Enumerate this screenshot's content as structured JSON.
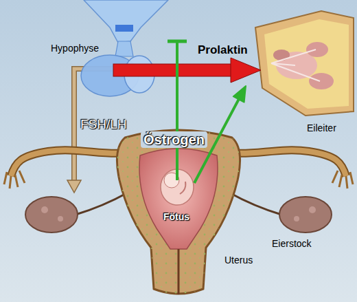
{
  "diagram": {
    "labels": [
      "Hypophyse",
      "Prolaktin",
      "FSH/LH",
      "Östrogen",
      "Eileiter",
      "Fötus",
      "Eierstock",
      "Uterus"
    ]
  }
}
